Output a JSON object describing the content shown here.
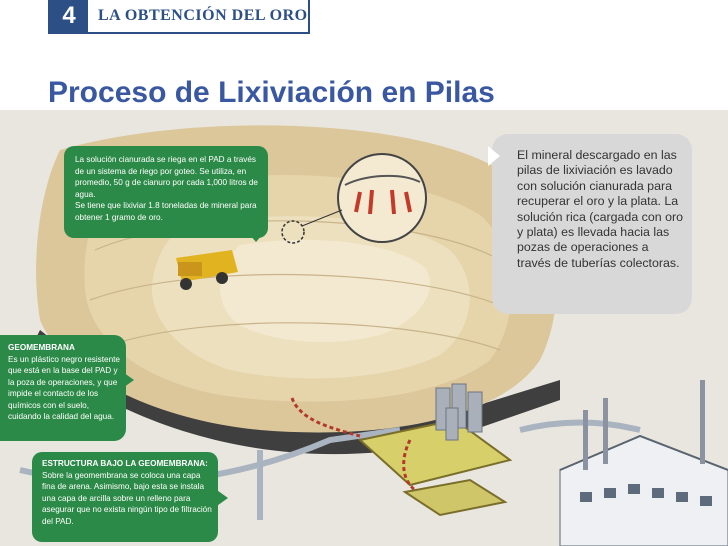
{
  "header": {
    "number": "4",
    "title": "LA OBTENCIÓN DEL ORO"
  },
  "title": "Proceso de Lixiviación en Pilas",
  "callouts": {
    "top_text": "La solución cianurada se riega en el PAD a través de un sistema de riego por goteo. Se utiliza, en promedio, 50 g de cianuro por cada 1,000 litros de agua.",
    "top_text2": "Se tiene que lixiviar 1.8 toneladas de mineral para obtener 1 gramo de oro.",
    "geomembrana_title": "GEOMEMBRANA",
    "geomembrana_text": "Es un plástico negro resistente que está en la base del PAD y la poza de operaciones, y que impide el contacto de los químicos con el suelo, cuidando la calidad del agua.",
    "estructura_title": "ESTRUCTURA BAJO LA GEOMEMBRANA:",
    "estructura_text": "Sobre la geomembrana se coloca una capa fina de arena. Asimismo, bajo esta se instala una capa de arcilla sobre un relleno para asegurar que no exista ningún tipo de filtración del PAD.",
    "right_text": "El mineral descargado en las pilas de lixiviación es lavado con solución cianurada para recuperar el oro y la plata. La solución rica (cargada con oro y plata) es llevada hacia las pozas de operaciones a través de tuberías colectoras."
  },
  "colors": {
    "brand_blue": "#2c4f86",
    "title_blue": "#3a58a2",
    "callout_green": "#2c8a48",
    "pile_tan": "#e0cfa6",
    "pool_yellow": "#d6cf6a",
    "flow_red": "#b23a2a"
  },
  "icons": [
    "drip-irrigation-detail-icon",
    "haul-truck-icon",
    "arrow-right-icon"
  ]
}
